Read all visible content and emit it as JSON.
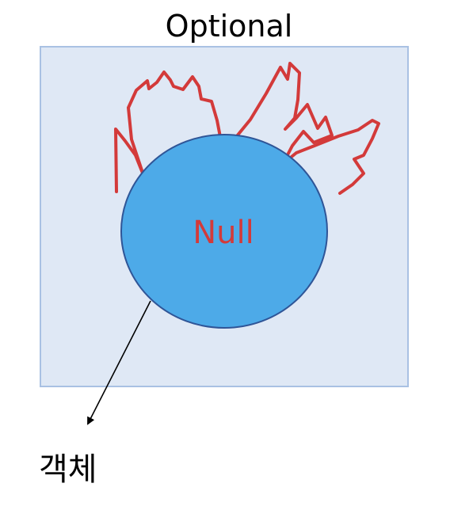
{
  "diagram": {
    "title": "Optional",
    "core_label": "Null",
    "object_label": "객체"
  },
  "colors": {
    "container_fill": "#DFE8F5",
    "container_stroke": "#A9C1E3",
    "circle_fill": "#4DAAE8",
    "circle_stroke": "#2F5597",
    "scribble": "#D33A3A",
    "core_text": "#D33A3A",
    "arrow": "#000000"
  }
}
